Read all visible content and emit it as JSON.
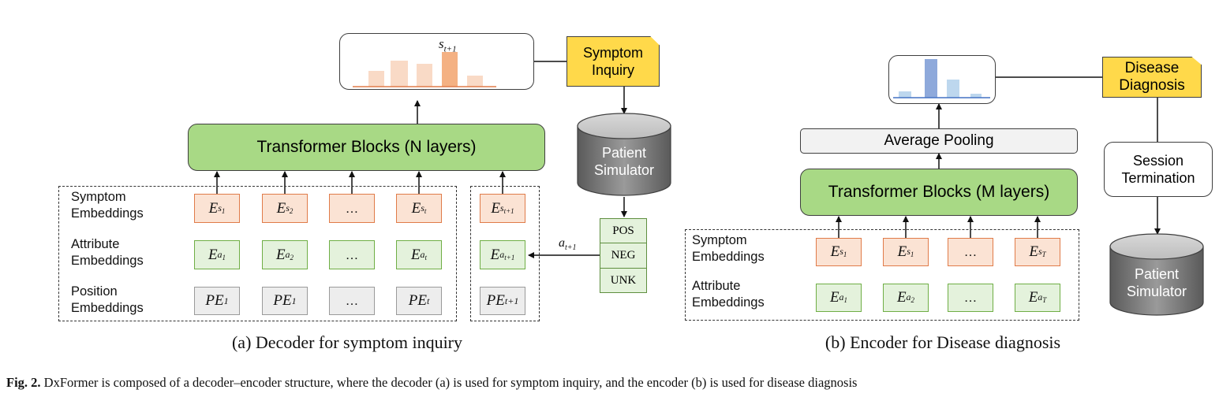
{
  "panel_a": {
    "caption": "(a) Decoder for symptom inquiry",
    "transformer_label": "Transformer Blocks (N layers)",
    "output_label": "s",
    "output_sub": "t+1",
    "symptom_inquiry_label": "Symptom Inquiry",
    "patient_simulator_label": "Patient Simulator",
    "action_label": "a",
    "action_sub": "t+1",
    "row_labels": [
      "Symptom Embeddings",
      "Attribute Embeddings",
      "Position Embeddings"
    ],
    "answers": [
      "POS",
      "NEG",
      "UNK"
    ],
    "ellipsis": "…"
  },
  "panel_b": {
    "caption": "(b) Encoder for Disease diagnosis",
    "transformer_label": "Transformer Blocks (M layers)",
    "pooling_label": "Average Pooling",
    "disease_diagnosis_label": "Disease Diagnosis",
    "session_termination_label": "Session Termination",
    "patient_simulator_label": "Patient Simulator",
    "row_labels": [
      "Symptom Embeddings",
      "Attribute Embeddings"
    ],
    "ellipsis": "…"
  },
  "figure_caption": {
    "label": "Fig. 2.",
    "text": "DxFormer is composed of a decoder–encoder structure, where the decoder (a) is used for symptom inquiry, and the encoder (b) is used for disease diagnosis"
  },
  "colors": {
    "symptom_fill": "#fbe3d4",
    "symptom_border": "#e07b49",
    "attribute_fill": "#e4f2dc",
    "attribute_border": "#6fae45",
    "position_fill": "#ededed",
    "transformer_fill": "#a8d985",
    "note_fill": "#ffd94a",
    "blue_bar": "#8ea9db"
  }
}
